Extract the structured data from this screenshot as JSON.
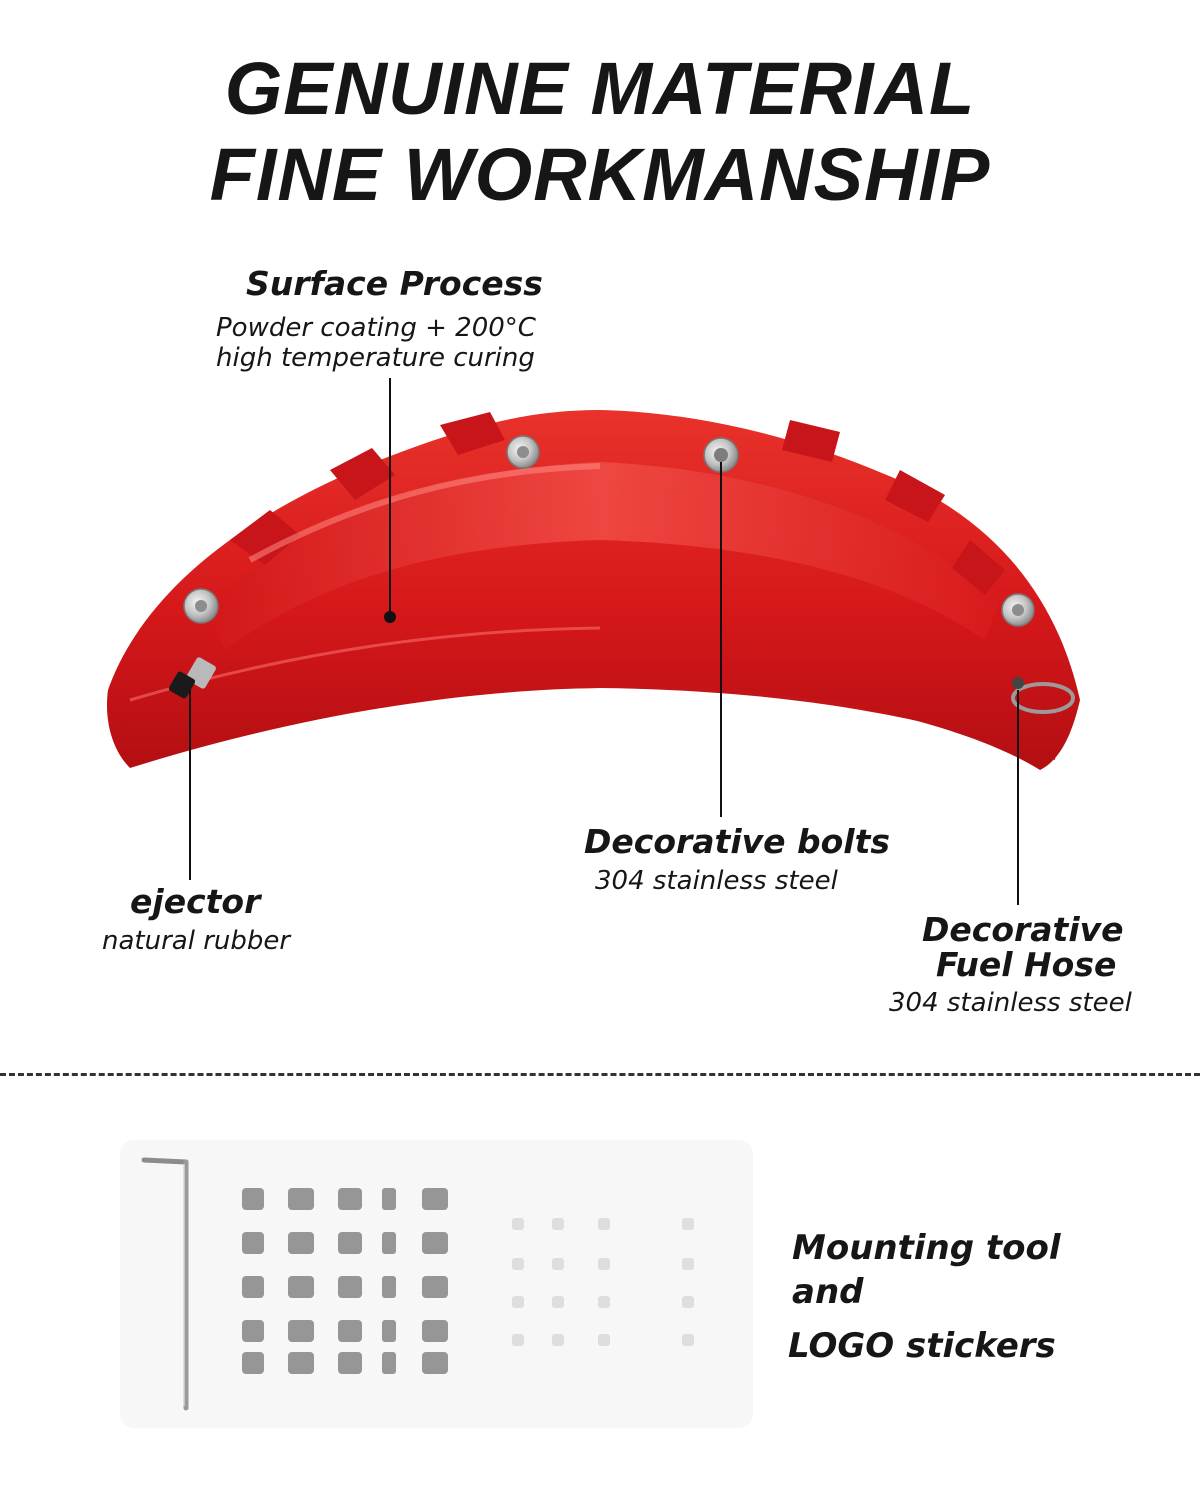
{
  "headline": {
    "line1": "GENUINE MATERIAL",
    "line2": "FINE WORKMANSHIP"
  },
  "callouts": {
    "surface": {
      "title": "Surface Process",
      "line1": "Powder coating + 200°C",
      "line2": "high temperature curing"
    },
    "bolts": {
      "title": "Decorative bolts",
      "sub": "304 stainless steel"
    },
    "ejector": {
      "title": "ejector",
      "sub": "natural rubber"
    },
    "hose": {
      "title1": "Decorative",
      "title2": "Fuel Hose",
      "sub": "304 stainless steel"
    }
  },
  "accessories": {
    "line1": "Mounting tool",
    "line2": "and",
    "line3": "LOGO stickers"
  },
  "colors": {
    "caliper_red": "#d9191b",
    "text": "#161616",
    "bolt_steel": "#c9c9c9"
  },
  "icons": [
    "caliper-cover-image",
    "hex-key-icon",
    "sticker-sheet-image",
    "bolt-icon",
    "fuel-hose-icon"
  ]
}
